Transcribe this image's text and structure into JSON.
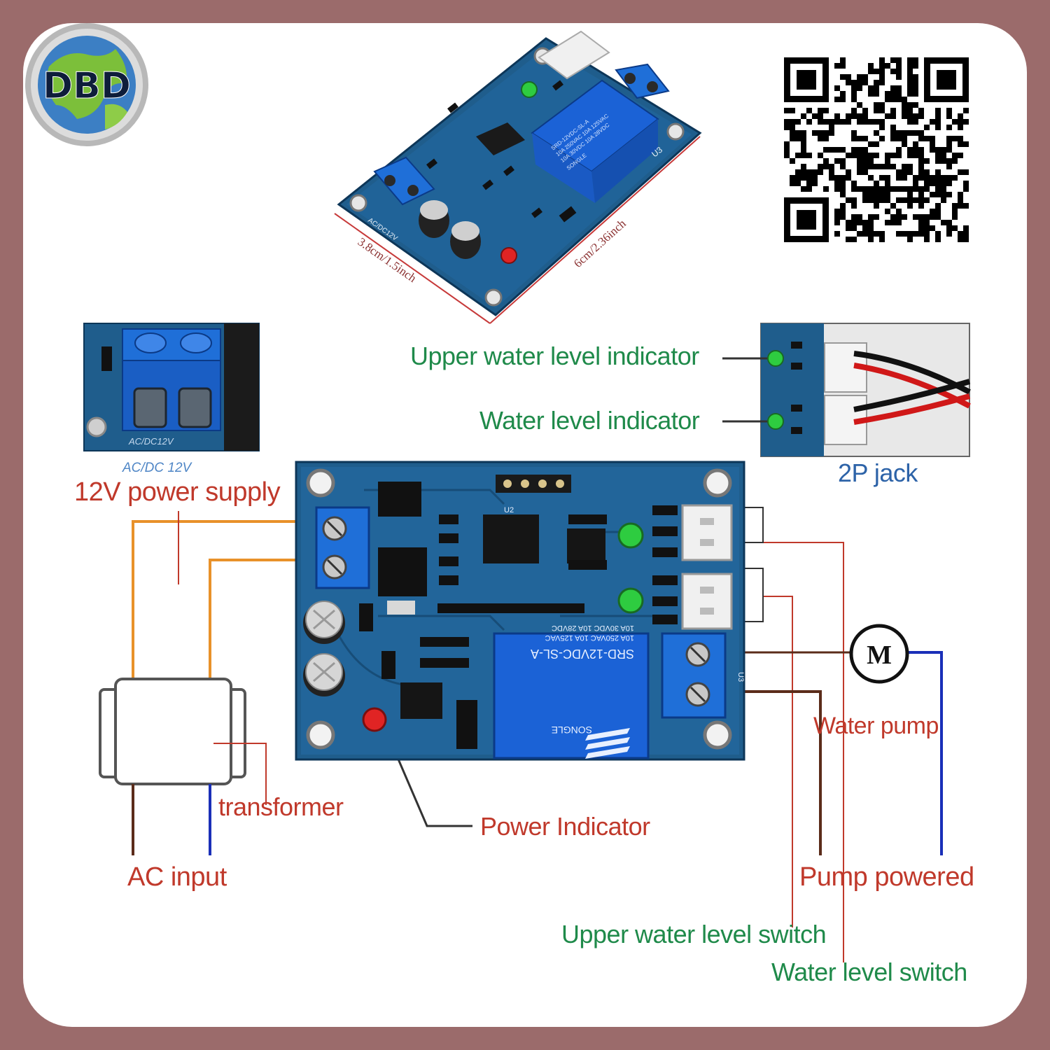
{
  "logo": {
    "text": "DBD"
  },
  "product": {
    "width_label": "3.8cm/1.5inch",
    "length_label": "6cm/2.36inch",
    "silk_power": "AC/DC12V",
    "silk_u3": "U3",
    "relay_text": [
      "SRD-12VDC-SL-A",
      "10A 250VAC  10A 125VAC",
      "10A 30VDC  10A 28VDC",
      "SONGLE"
    ]
  },
  "inset": {
    "terminal_label": "AC/DC12V",
    "caption": "AC/DC  12V"
  },
  "board": {
    "relay_text": [
      "SRD-12VDC-SL-A",
      "10A 250VAC  10A 125VAC",
      "10A 30VDC  10A 28VDC",
      "SONGLE"
    ],
    "silk_u2": "U2",
    "silk_u3": "U3"
  },
  "labels": {
    "upper_indicator": "Upper water level indicator",
    "water_indicator": "Water level indicator",
    "jack": "2P jack",
    "supply": "12V power supply",
    "transformer": "transformer",
    "ac_input": "AC input",
    "power_indicator": "Power Indicator",
    "water_pump": "Water pump",
    "pump_powered": "Pump powered",
    "upper_switch": "Upper water level switch",
    "water_switch": "Water level switch",
    "motor": "M"
  },
  "colors": {
    "frame": "#9b6b6b",
    "pcb": "#1f5d8c",
    "label_red": "#c0392b",
    "label_green": "#1f8a4a",
    "wire_orange": "#e8912a",
    "wire_blue": "#1a2fb8",
    "wire_brown": "#5b2c1a"
  }
}
